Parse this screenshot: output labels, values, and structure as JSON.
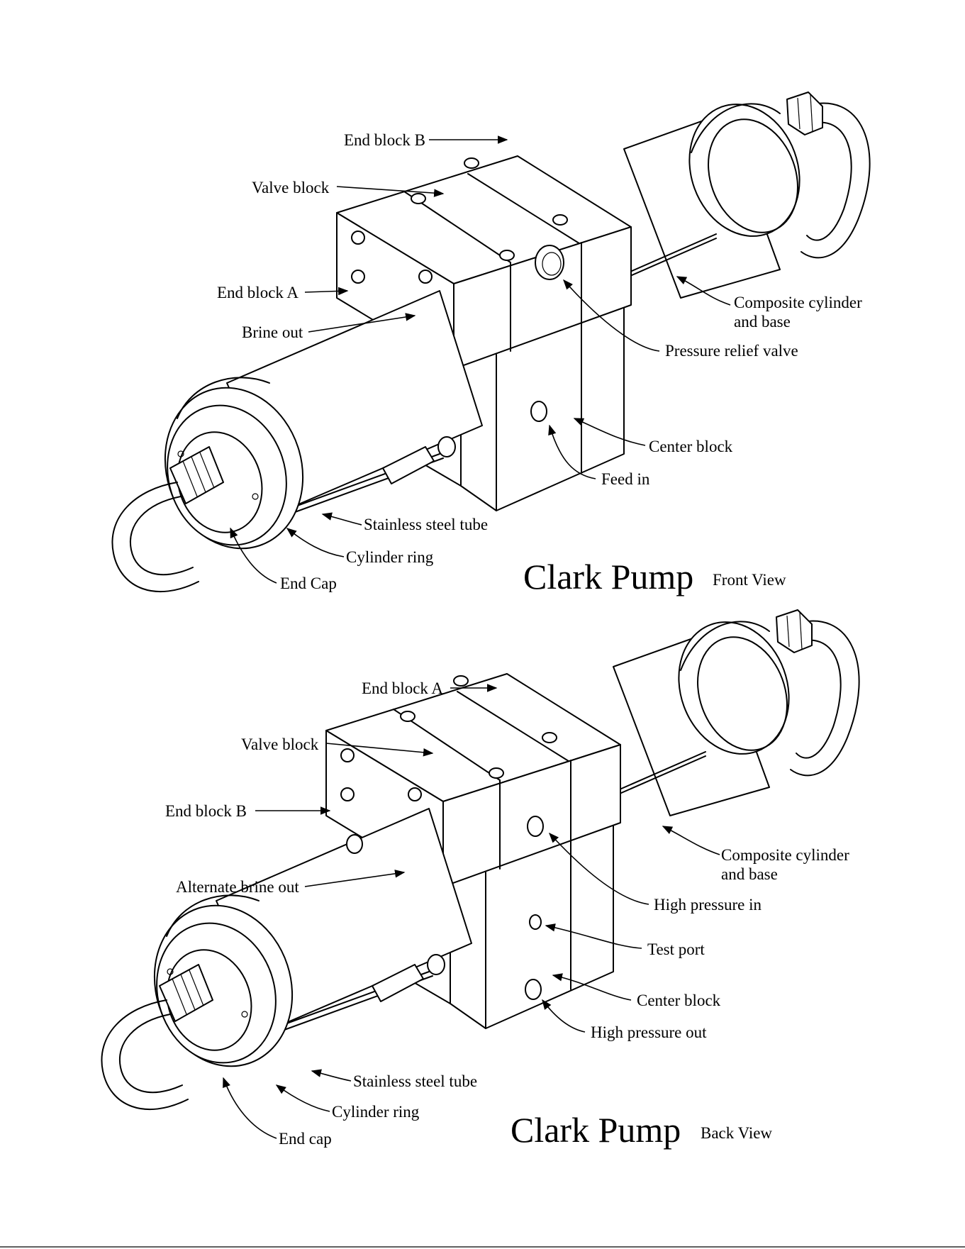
{
  "colors": {
    "ink": "#000000",
    "paper": "#ffffff"
  },
  "views": [
    {
      "title": "Clark Pump",
      "view_label": "Front View",
      "labels": {
        "end_block_b": "End block B",
        "valve_block": "Valve block",
        "end_block_a": "End block A",
        "brine_out": "Brine out",
        "composite_cylinder_1": "Composite cylinder",
        "composite_cylinder_2": "and base",
        "pressure_relief_valve": "Pressure relief valve",
        "center_block": "Center block",
        "feed_in": "Feed in",
        "stainless_steel_tube": "Stainless steel tube",
        "cylinder_ring": "Cylinder ring",
        "end_cap": "End Cap"
      }
    },
    {
      "title": "Clark Pump",
      "view_label": "Back View",
      "labels": {
        "end_block_a": "End block A",
        "valve_block": "Valve block",
        "end_block_b": "End block B",
        "alternate_brine_out": "Alternate brine out",
        "composite_cylinder_1": "Composite cylinder",
        "composite_cylinder_2": "and base",
        "high_pressure_in": "High pressure in",
        "test_port": "Test port",
        "center_block": "Center block",
        "high_pressure_out": "High pressure out",
        "stainless_steel_tube": "Stainless steel tube",
        "cylinder_ring": "Cylinder ring",
        "end_cap": "End cap"
      }
    }
  ]
}
